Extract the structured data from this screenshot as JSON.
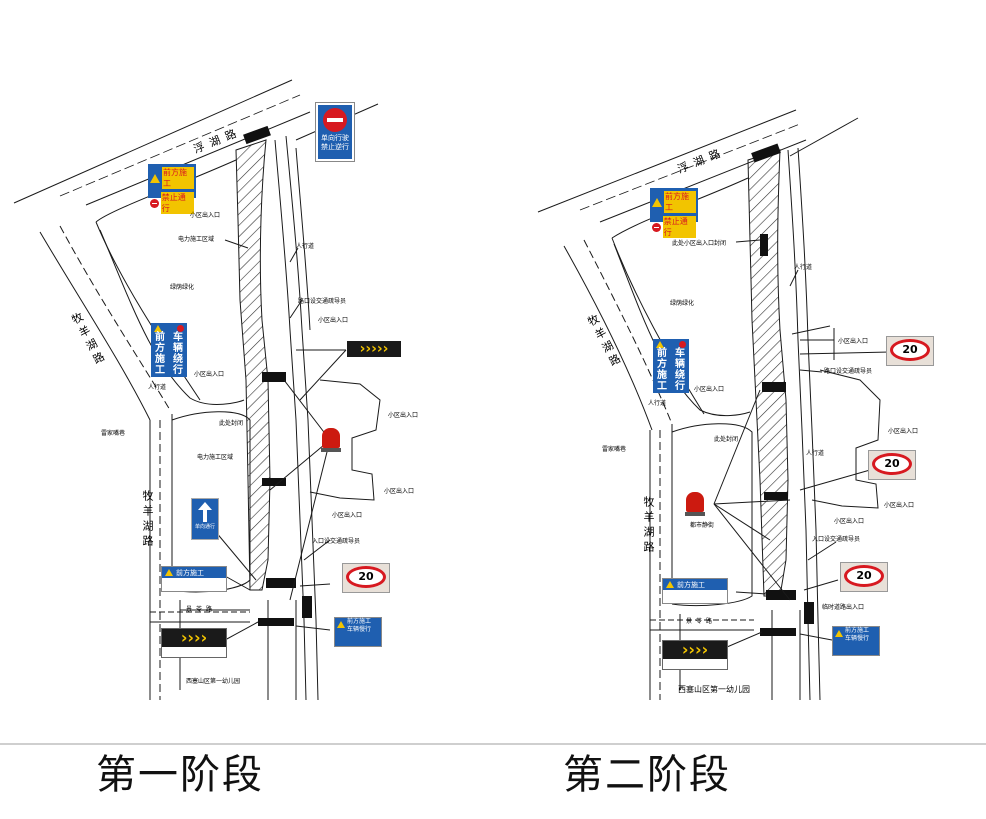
{
  "colors": {
    "sign_blue": "#1f5fb0",
    "sign_red": "#d71920",
    "sign_yellow": "#f2c400",
    "beacon_red": "#cc1a10",
    "line": "#1a1a1a",
    "hatch": "#333333"
  },
  "stage1": {
    "caption": "第一阶段",
    "road_north": "浮湖路",
    "road_west": "牧羊湖路",
    "road_west_lower": "牧羊湖路",
    "road_south": "景苓路",
    "kindergarten": "西塞山区第一幼儿园",
    "west_label": "雷家嘴巷",
    "sign_no_entry": [
      "单向行驶",
      "禁止逆行"
    ],
    "sign_warning": [
      "前方施工",
      "禁止通行"
    ],
    "sign_detour": [
      "前",
      "方",
      "施",
      "工",
      "车",
      "辆",
      "绕",
      "行"
    ],
    "sign_oneway": "单向通行",
    "sign_front_work": "前方施工",
    "sign_small_panel": [
      "前方施工",
      "车辆慢行"
    ],
    "speed": "20",
    "labels": {
      "entrance_top": "小区出入口",
      "power_zone_top": "电力施工区域",
      "sidewalk_top": "人行道",
      "bike_path": "绿荫绿化",
      "crossing_guard": "路口设交通疏导员",
      "entrance_mid": "小区出入口",
      "entrance_left": "小区出入口",
      "sidewalk_left": "人行道",
      "closed_here": "此处封闭",
      "power_zone_mid": "电力施工区域",
      "entrance_right1": "小区出入口",
      "entrance_right2": "小区出入口",
      "entrance_right3": "小区出入口",
      "entrance_guard": "入口设交通疏导员"
    }
  },
  "stage2": {
    "caption": "第二阶段",
    "road_north": "浮湖路",
    "road_west": "牧羊湖路",
    "road_west_lower": "牧羊湖路",
    "road_south": "景苓路",
    "kindergarten": "西塞山区第一幼儿园",
    "west_label": "雷家嘴巷",
    "sign_warning": [
      "前方施工",
      "禁止通行"
    ],
    "sign_detour": [
      "前",
      "方",
      "施",
      "工",
      "车",
      "辆",
      "绕",
      "行"
    ],
    "sign_front_work": "前方施工",
    "sign_small_panel": [
      "前方施工",
      "车辆慢行"
    ],
    "speed": "20",
    "labels": {
      "closed_entrance": "此处小区出入口封闭",
      "sidewalk_top": "人行道",
      "bike_path": "绿荫绿化",
      "entrance_right_top": "小区出入口",
      "crossing_guard": "路口设交通疏导员",
      "entrance_left": "小区出入口",
      "sidewalk_left": "人行道",
      "closed_here": "此处封闭",
      "entrance_right1": "小区出入口",
      "sidewalk_mid": "人行道",
      "beacon": "都市静街",
      "entrance_right2": "小区出入口",
      "entrance_right3": "小区出入口",
      "entrance_guard": "入口设交通疏导员",
      "temp_entrance": "临时道路出入口"
    }
  }
}
